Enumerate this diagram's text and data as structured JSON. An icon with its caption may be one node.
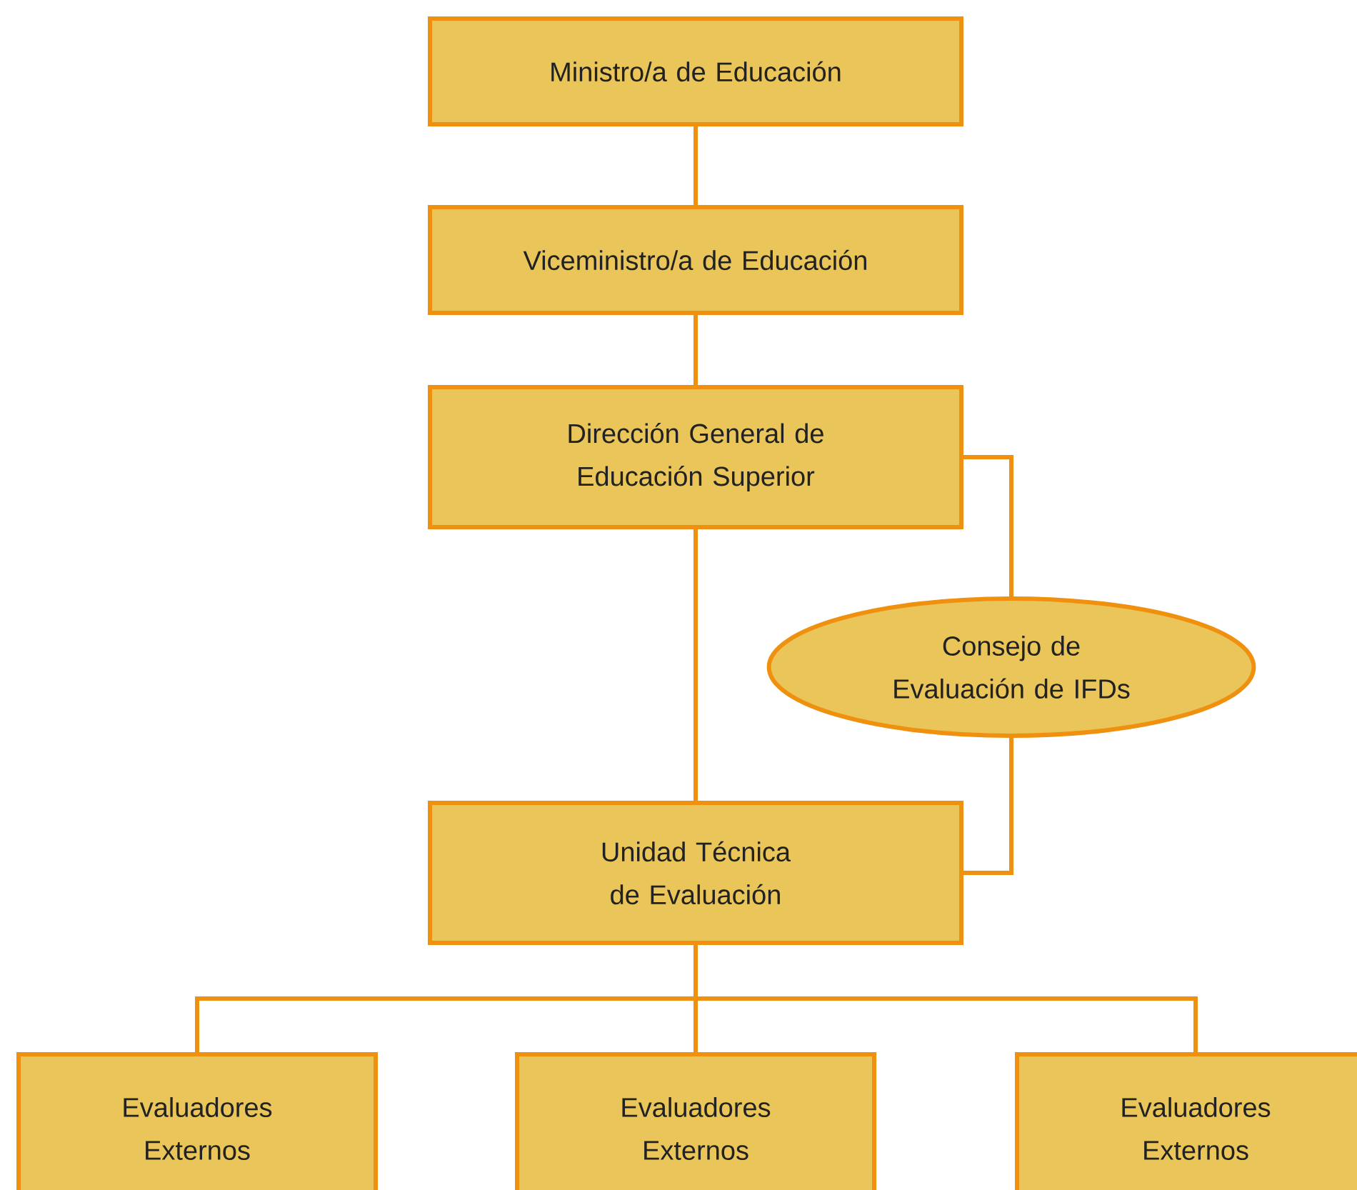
{
  "diagram": {
    "nodes": [
      {
        "text": [
          "Ministro/a de Educación"
        ]
      },
      {
        "text": [
          "Viceministro/a de Educación"
        ]
      },
      {
        "text": [
          "Dirección General de Educación Superior"
        ]
      },
      {
        "text": [
          "Consejo de Evaluación de IFDs"
        ]
      },
      {
        "text": [
          "Unidad Técnica de Evaluación"
        ]
      },
      {
        "text": [
          "Evaluadores Externos"
        ]
      },
      {
        "text": [
          "Evaluadores Externos"
        ]
      },
      {
        "text": [
          "Evaluadores Externos"
        ]
      }
    ],
    "edges": [
      {
        "from": 0,
        "to": 1,
        "arrow": "none"
      },
      {
        "from": 1,
        "to": 2,
        "arrow": "none"
      },
      {
        "from": 2,
        "to": 4,
        "arrow": "none"
      },
      {
        "from": 2,
        "to": 3,
        "arrow": "none"
      },
      {
        "from": 3,
        "to": 4,
        "arrow": "none"
      },
      {
        "from": 4,
        "to": 5,
        "arrow": "none"
      },
      {
        "from": 4,
        "to": 6,
        "arrow": "none"
      },
      {
        "from": 4,
        "to": 7,
        "arrow": "none"
      }
    ]
  }
}
